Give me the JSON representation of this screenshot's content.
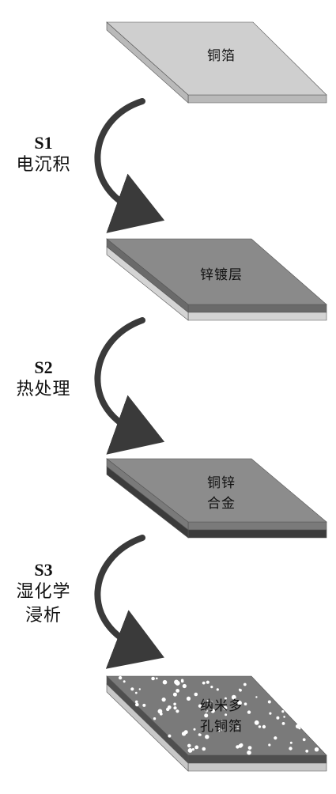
{
  "layers": [
    {
      "id": "copper-foil",
      "label_lines": [
        "铜箔"
      ],
      "top_color": "#cfcfcf",
      "bands": [
        "#b9b9b9"
      ]
    },
    {
      "id": "zinc-coating",
      "label_lines": [
        "锌镀层"
      ],
      "top_color": "#8a8a8a",
      "bands": [
        "#6a6a6a",
        "#d4d4d4"
      ]
    },
    {
      "id": "copper-zinc-alloy",
      "label_lines": [
        "铜锌",
        "合金"
      ],
      "top_color": "#8c8c8c",
      "bands": [
        "#7a7a7a",
        "#3b3b3b"
      ]
    },
    {
      "id": "nanoporous-copper-foil",
      "label_lines": [
        "纳米多",
        "孔铜箔"
      ],
      "top_color": "#7a7a7a",
      "bands": [
        "#4f4f4f",
        "#c8c8c8"
      ]
    }
  ],
  "steps": [
    {
      "id": "s1",
      "number": "S1",
      "text_lines": [
        "电沉积"
      ]
    },
    {
      "id": "s2",
      "number": "S2",
      "text_lines": [
        "热处理"
      ]
    },
    {
      "id": "s3",
      "number": "S3",
      "text_lines": [
        "湿化学",
        "浸析"
      ]
    }
  ],
  "colors": {
    "arrow": "#3a3a3a",
    "text": "#111111",
    "pores": "#ffffff"
  }
}
